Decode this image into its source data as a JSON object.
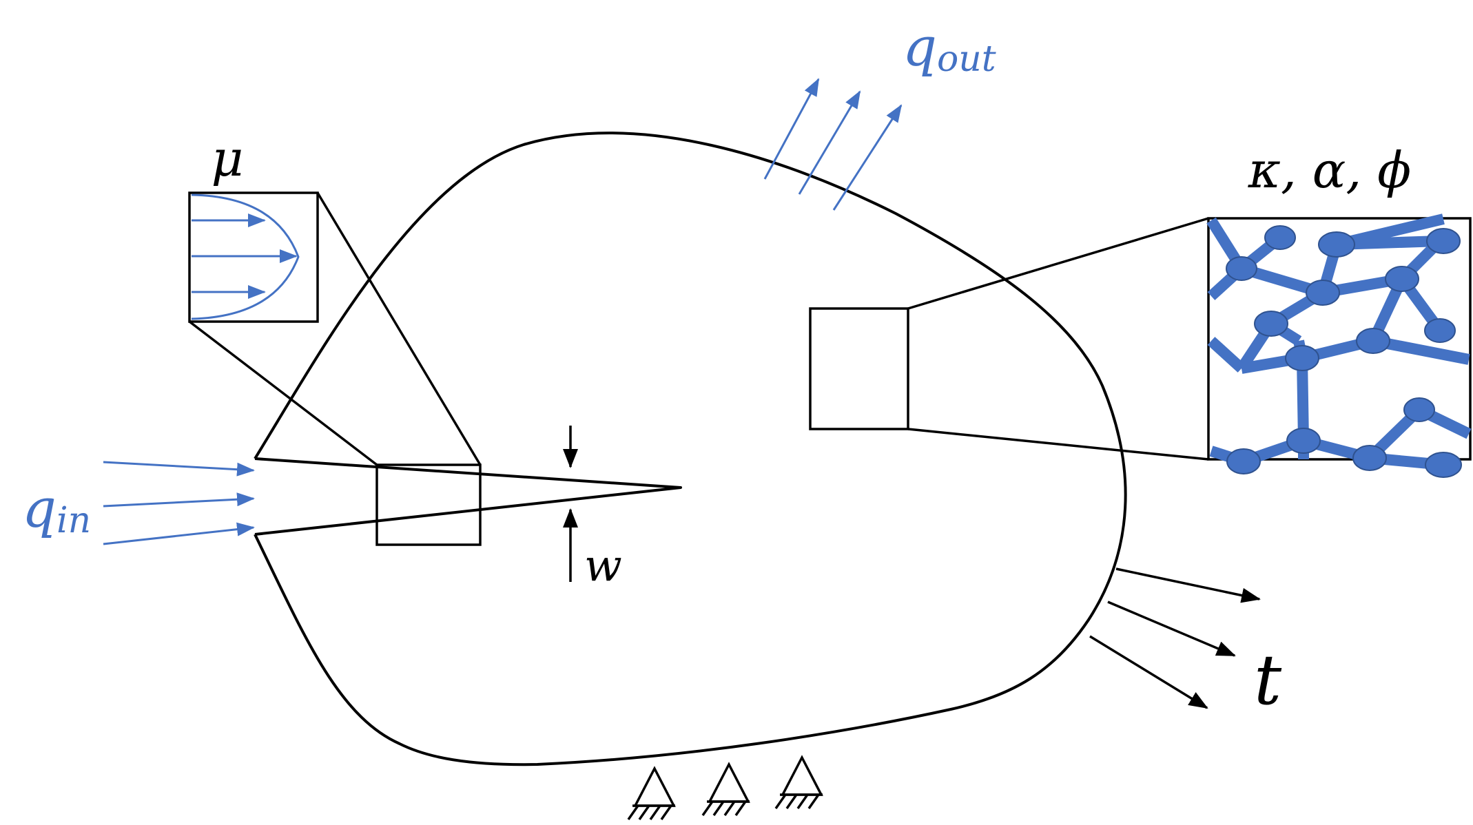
{
  "labels": {
    "mu": "μ",
    "q_out": "q",
    "q_out_sub": "out",
    "q_in": "q",
    "q_in_sub": "in",
    "material_params": "κ, α, ϕ",
    "aperture": "w",
    "traction": "t"
  },
  "colors": {
    "flow": "#4472C4",
    "outline": "#000000",
    "network_node_stroke": "#2F528F"
  },
  "icons": {
    "support": "pinned-support-icon",
    "network": "pore-network-icon",
    "velocity_profile": "parabolic-velocity-profile-icon"
  }
}
